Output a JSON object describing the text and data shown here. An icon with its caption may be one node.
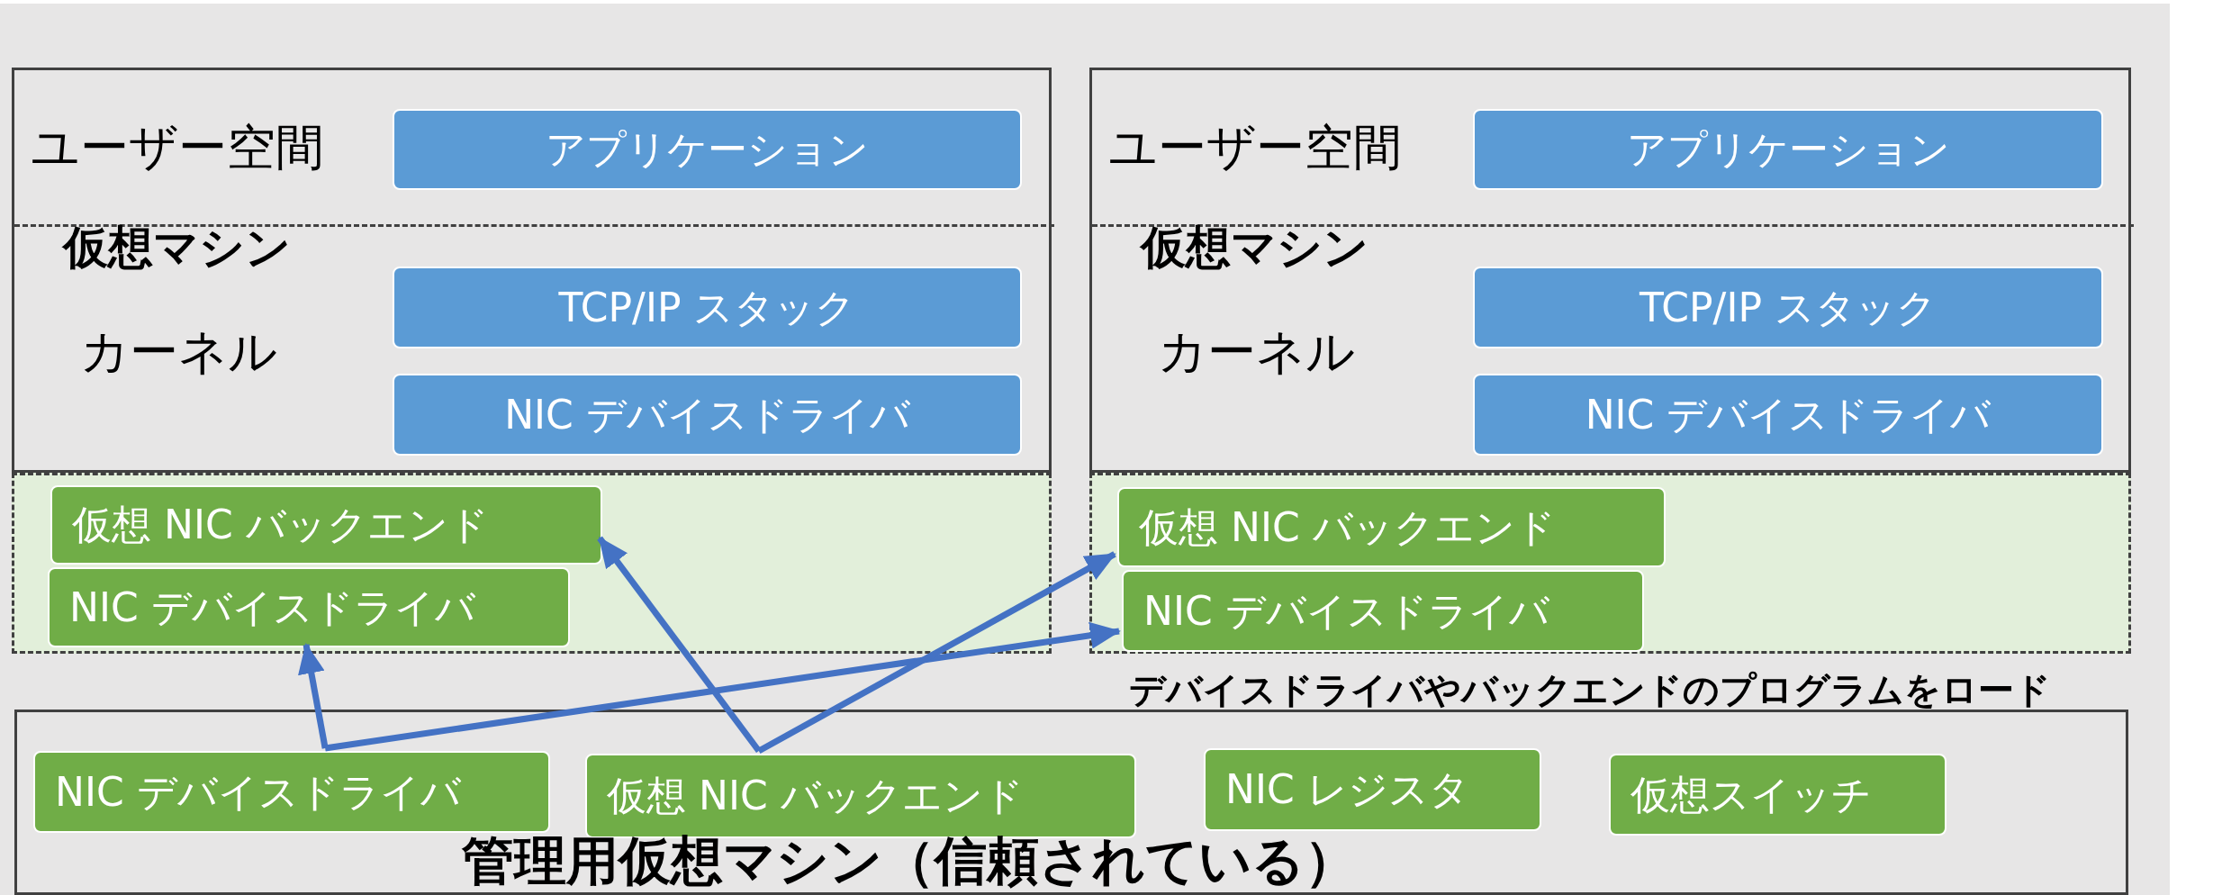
{
  "diagram": {
    "nodes": [
      {
        "text": [
          "仮想マシン"
        ]
      },
      {
        "text": [
          "ユーザー空間"
        ],
        "in": 0
      },
      {
        "text": [
          "アプリケーション"
        ],
        "in": 1
      },
      {
        "text": [
          "カーネル"
        ],
        "in": 0
      },
      {
        "text": [
          "TCP/IP スタック"
        ],
        "in": 3
      },
      {
        "text": [
          "NIC デバイスドライバ"
        ],
        "in": 3
      },
      {
        "text": [
          "仮想マシン"
        ]
      },
      {
        "text": [
          "ユーザー空間"
        ],
        "in": 6
      },
      {
        "text": [
          "アプリケーション"
        ],
        "in": 7
      },
      {
        "text": [
          "カーネル"
        ],
        "in": 6
      },
      {
        "text": [
          "TCP/IP スタック"
        ],
        "in": 9
      },
      {
        "text": [
          "NIC デバイスドライバ"
        ],
        "in": 9
      },
      {
        "text": [],
        "shape": "box"
      },
      {
        "text": [
          "仮想 NIC バックエンド"
        ],
        "in": 12
      },
      {
        "text": [
          "NIC デバイスドライバ"
        ],
        "in": 12
      },
      {
        "text": [],
        "shape": "box"
      },
      {
        "text": [
          "仮想 NIC バックエンド"
        ],
        "in": 15
      },
      {
        "text": [
          "NIC デバイスドライバ"
        ],
        "in": 15
      },
      {
        "text": [
          "管理用仮想マシン（信頼されている）"
        ]
      },
      {
        "text": [
          "NIC デバイスドライバ"
        ],
        "in": 18
      },
      {
        "text": [
          "仮想 NIC バックエンド"
        ],
        "in": 18
      },
      {
        "text": [
          "NIC レジスタ"
        ],
        "in": 18
      },
      {
        "text": [
          "仮想スイッチ"
        ],
        "in": 18
      }
    ],
    "edges": [
      {
        "from": 19,
        "to": 14,
        "arrow": "to"
      },
      {
        "from": 19,
        "to": 17,
        "arrow": "to"
      },
      {
        "from": 20,
        "to": 13,
        "arrow": "to"
      },
      {
        "from": 20,
        "to": 16,
        "arrow": "to"
      }
    ],
    "labels": [
      "デバイスドライバやバックエンドのプログラムをロード"
    ]
  }
}
